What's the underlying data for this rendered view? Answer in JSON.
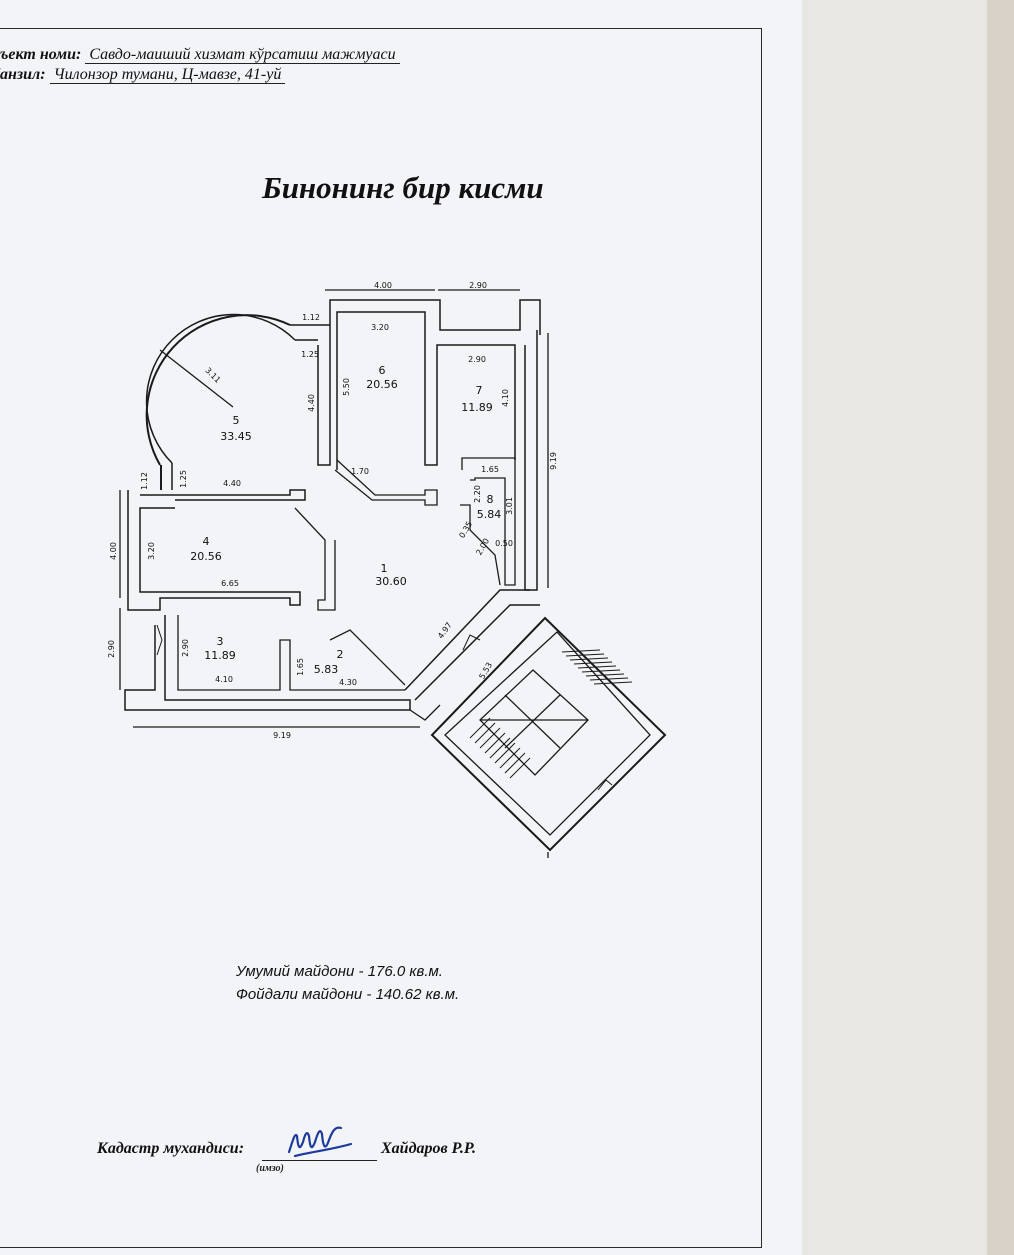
{
  "header": {
    "object_label": "ъект номи:",
    "object_value": "Савдо-маиший хизмат кўрсатиш мажмуаси",
    "address_label": "Манзил:",
    "address_value": "Чилонзор тумани, Ц-мавзе, 41-уй"
  },
  "title": "Бинонинг бир кисми",
  "rooms": [
    {
      "number": "1",
      "area": "30.60"
    },
    {
      "number": "2",
      "area": "5.83"
    },
    {
      "number": "3",
      "area": "11.89"
    },
    {
      "number": "4",
      "area": "20.56"
    },
    {
      "number": "5",
      "area": "33.45"
    },
    {
      "number": "6",
      "area": "20.56"
    },
    {
      "number": "7",
      "area": "11.89"
    },
    {
      "number": "8",
      "area": "5.84"
    }
  ],
  "dimensions": {
    "top_4_00": "4.00",
    "top_2_90": "2.90",
    "d_1_12_top": "1.12",
    "d_3_20_top": "3.20",
    "d_1_25_top": "1.25",
    "d_2_90_r7": "2.90",
    "radius_3_11": "3.11",
    "d_4_40_v": "4.40",
    "d_5_50": "5.50",
    "d_4_10_r7": "4.10",
    "d_9_19_right": "9.19",
    "d_1_70": "1.70",
    "d_1_65_r8": "1.65",
    "d_2_20": "2.20",
    "d_3_01": "3.01",
    "d_0_35": "0.35",
    "d_2_00": "2.00",
    "d_0_50": "0.50",
    "d_1_12_left": "1.12",
    "d_1_25_left": "1.25",
    "d_4_40_h": "4.40",
    "d_4_00_left": "4.00",
    "d_3_20_r4": "3.20",
    "d_6_65": "6.65",
    "d_4_97": "4.97",
    "d_2_90_left": "2.90",
    "d_2_90_r3": "2.90",
    "d_1_65_r2": "1.65",
    "d_4_10_bottom": "4.10",
    "d_4_30": "4.30",
    "d_5_53": "5.53",
    "d_9_19_bottom": "9.19"
  },
  "totals": {
    "total_area": "Умумий майдони - 176.0 кв.м.",
    "useful_area": "Фойдали майдони - 140.62 кв.м."
  },
  "signature": {
    "label": "Кадастр мухандиси:",
    "caption": "(имзо)",
    "name": "Хайдаров Р.Р."
  }
}
